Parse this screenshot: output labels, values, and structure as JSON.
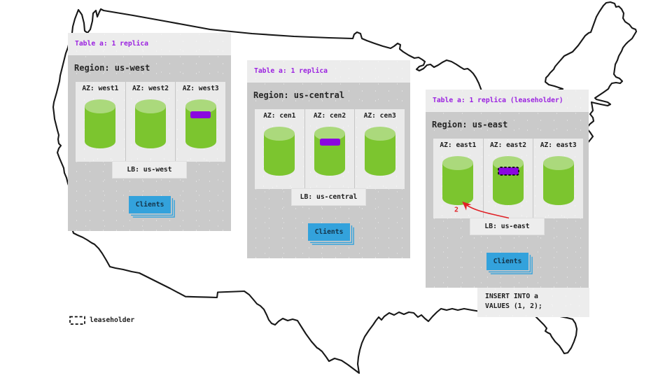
{
  "diagram_title": "table with 1 replica per region and leaseholder in us-east",
  "map": {
    "name": "us-continental-outline",
    "outline_color": "#181818"
  },
  "colors": {
    "card_strip_bg": "#ececec",
    "region_box_bg": "#cacaca",
    "az_box_bg": "#eaeaea",
    "lb_box_bg": "#ededed",
    "sql_box_bg": "#ededed",
    "cylinder_body": "#7cc52f",
    "cylinder_cap": "#a9d876",
    "replica_purple": "#8a06e0",
    "table_label_magenta": "#9b22e0",
    "clients_blue": "#33a2dc",
    "arrow_red": "#e02126"
  },
  "regions": [
    {
      "table_label": "Table a: 1 replica",
      "region_label": "Region: us-west",
      "azs": [
        {
          "label": "AZ: west1"
        },
        {
          "label": "AZ: west2"
        },
        {
          "label": "AZ: west3"
        }
      ],
      "lb_label": "LB: us-west",
      "clients_label": "Clients"
    },
    {
      "table_label": "Table a: 1 replica",
      "region_label": "Region: us-central",
      "azs": [
        {
          "label": "AZ: cen1"
        },
        {
          "label": "AZ: cen2"
        },
        {
          "label": "AZ: cen3"
        }
      ],
      "lb_label": "LB: us-central",
      "clients_label": "Clients"
    },
    {
      "table_label": "Table a: 1 replica (leaseholder)",
      "region_label": "Region: us-east",
      "azs": [
        {
          "label": "AZ: east1"
        },
        {
          "label": "AZ: east2"
        },
        {
          "label": "AZ: east3"
        }
      ],
      "lb_label": "LB: us-east",
      "clients_label": "Clients",
      "sql_line1": "INSERT INTO a",
      "sql_line2": "VALUES (1, 2);",
      "arrow_label": "2"
    }
  ],
  "legend": {
    "label": "leaseholder"
  }
}
